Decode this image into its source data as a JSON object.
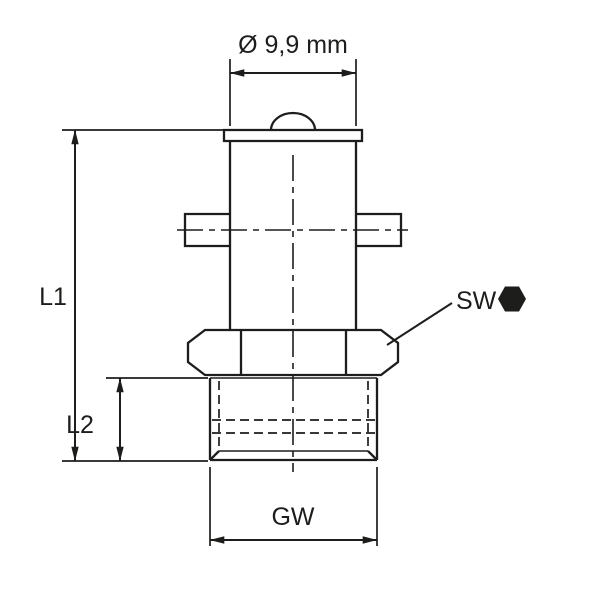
{
  "diagram": {
    "type": "technical-drawing",
    "labels": {
      "diameter": "Ø 9,9 mm",
      "l1": "L1",
      "l2": "L2",
      "gw": "GW",
      "sw": "SW"
    },
    "icons": {
      "wrench_symbol": "filled-hexagon"
    },
    "colors": {
      "line": "#1d1d1b",
      "background": "#ffffff"
    }
  }
}
